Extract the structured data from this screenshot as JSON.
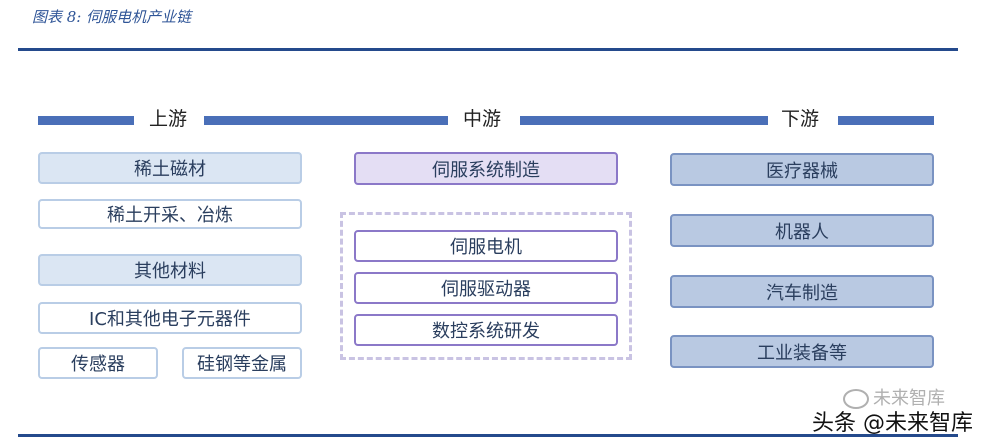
{
  "caption": "图表 8:  伺服电机产业链",
  "stages": {
    "upstream": "上游",
    "midstream": "中游",
    "downstream": "下游"
  },
  "upstream_items": [
    "稀土磁材",
    "稀土开采、冶炼",
    "其他材料",
    "IC和其他电子元器件",
    "传感器",
    "硅钢等金属"
  ],
  "midstream_items": [
    "伺服系统制造",
    "伺服电机",
    "伺服驱动器",
    "数控系统研发"
  ],
  "downstream_items": [
    "医疗器械",
    "机器人",
    "汽车制造",
    "工业装备等"
  ],
  "watermark": {
    "small": "未来智库",
    "main": "头条 @未来智库"
  },
  "colors": {
    "rule": "#244a8c",
    "bar": "#4a6fb8",
    "upstream_fill": "#dbe6f3",
    "midstream_border": "#8b78c8",
    "downstream_fill": "#b9c9e2"
  }
}
